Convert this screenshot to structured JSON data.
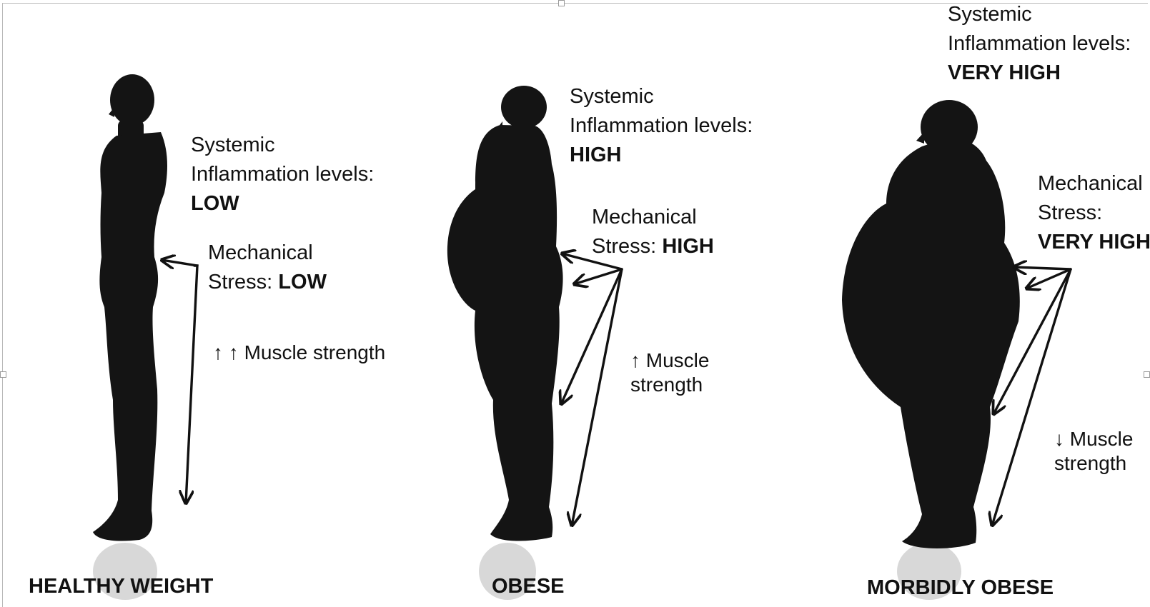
{
  "panels": [
    {
      "caption": "HEALTHY WEIGHT",
      "inflammation_label_line1": "Systemic",
      "inflammation_label_line2": "Inflammation levels:",
      "inflammation_value": "LOW",
      "stress_label_line1": "Mechanical",
      "stress_label_line2": "Stress:",
      "stress_value": "LOW",
      "muscle_arrows": "↑ ↑",
      "muscle_line1": "Muscle strength",
      "muscle_line2": ""
    },
    {
      "caption": "OBESE",
      "inflammation_label_line1": "Systemic",
      "inflammation_label_line2": "Inflammation levels:",
      "inflammation_value": "HIGH",
      "stress_label_line1": "Mechanical",
      "stress_label_line2": "Stress:",
      "stress_value": "HIGH",
      "muscle_arrows": "↑",
      "muscle_line1": "Muscle",
      "muscle_line2": "strength"
    },
    {
      "caption": "MORBIDLY OBESE",
      "inflammation_label_line1": "Systemic",
      "inflammation_label_line2": "Inflammation levels:",
      "inflammation_value": "VERY HIGH",
      "stress_label_line1": "Mechanical",
      "stress_label_line2": "Stress:",
      "stress_value": "VERY HIGH",
      "muscle_arrows": "↓",
      "muscle_line1": "Muscle",
      "muscle_line2": "strength"
    }
  ],
  "colors": {
    "silhouette": "#141414",
    "text": "#111111",
    "background": "#ffffff",
    "shadow": "#c8c8c8"
  }
}
